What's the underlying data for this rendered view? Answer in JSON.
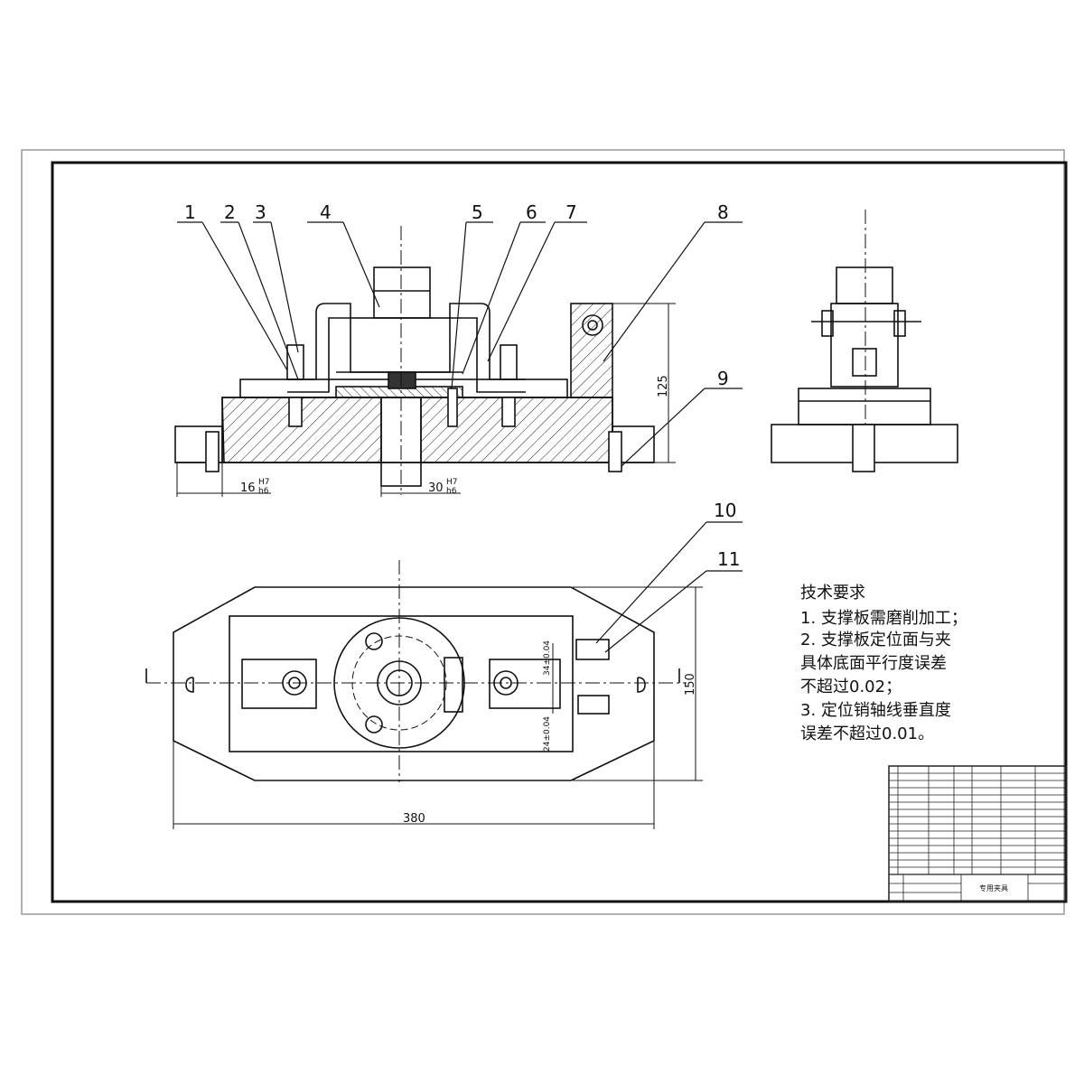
{
  "part_labels": [
    "1",
    "2",
    "3",
    "4",
    "5",
    "6",
    "7",
    "8",
    "9",
    "10",
    "11"
  ],
  "dimensions": {
    "height_125": "125",
    "width_150": "150",
    "length_380": "380",
    "fit_16": "16",
    "fit_30": "30",
    "fit_upper": "H7",
    "fit_lower": "h6",
    "offset_top": "34±0.04",
    "offset_bottom": "24±0.04"
  },
  "requirements": {
    "title": "技术要求",
    "lines": [
      "1. 支撑板需磨削加工；",
      "2. 支撑板定位面与夹",
      "具体底面平行度误差",
      "不超过0.02；",
      "3. 定位销轴线垂直度",
      "误差不超过0.01。"
    ]
  },
  "title_block": {
    "drawing_title": "专用夹具"
  }
}
